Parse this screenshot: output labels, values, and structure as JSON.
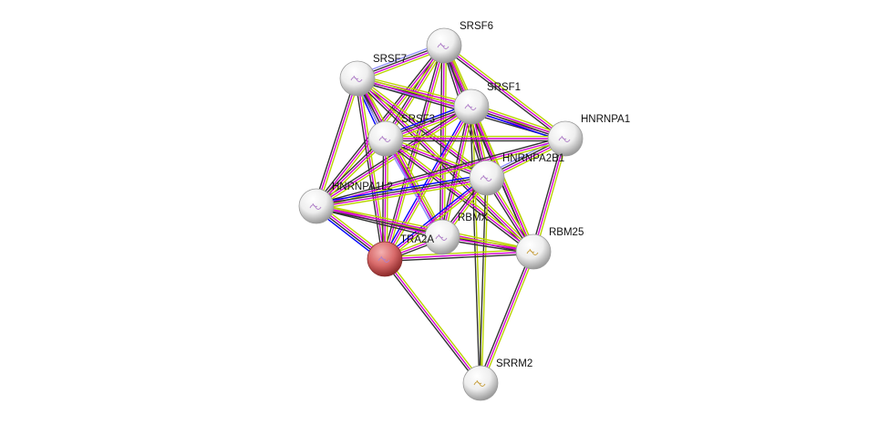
{
  "nodes": [
    {
      "id": "SRSF6",
      "label": "SRSF6",
      "query": false
    },
    {
      "id": "SRSF7",
      "label": "SRSF7",
      "query": false
    },
    {
      "id": "SRSF1",
      "label": "SRSF1",
      "query": false
    },
    {
      "id": "SRSF3",
      "label": "SRSF3",
      "query": false
    },
    {
      "id": "HNRNPA1",
      "label": "HNRNPA1",
      "query": false
    },
    {
      "id": "HNRNPA2B1",
      "label": "HNRNPA2B1",
      "query": false
    },
    {
      "id": "HNRNPA1L2",
      "label": "HNRNPA1L2",
      "query": false
    },
    {
      "id": "RBMX",
      "label": "RBMX",
      "query": false
    },
    {
      "id": "TRA2A",
      "label": "TRA2A",
      "query": true
    },
    {
      "id": "RBM25",
      "label": "RBM25",
      "query": false
    },
    {
      "id": "SRRM2",
      "label": "SRRM2",
      "query": false
    }
  ],
  "evidence_colors": {
    "textmining": "#b8d400",
    "experiments": "#d400d4",
    "coexpression": "#333333",
    "databases": "#00d4d4",
    "homology": "#8f8fff",
    "cooccurrence": "#0000ff"
  },
  "node_colors": {
    "query": "#d06060",
    "default": "#e8e8e8"
  },
  "edges": [
    [
      "SRSF6",
      "SRSF7",
      [
        "textmining",
        "experiments",
        "coexpression",
        "homology"
      ]
    ],
    [
      "SRSF6",
      "SRSF1",
      [
        "textmining",
        "experiments",
        "coexpression",
        "homology"
      ]
    ],
    [
      "SRSF6",
      "SRSF3",
      [
        "textmining",
        "experiments",
        "coexpression"
      ]
    ],
    [
      "SRSF6",
      "HNRNPA1",
      [
        "textmining",
        "experiments",
        "coexpression"
      ]
    ],
    [
      "SRSF6",
      "HNRNPA2B1",
      [
        "textmining",
        "experiments",
        "coexpression"
      ]
    ],
    [
      "SRSF6",
      "HNRNPA1L2",
      [
        "textmining",
        "experiments",
        "coexpression"
      ]
    ],
    [
      "SRSF6",
      "TRA2A",
      [
        "textmining",
        "experiments",
        "coexpression"
      ]
    ],
    [
      "SRSF6",
      "RBMX",
      [
        "textmining",
        "experiments",
        "coexpression"
      ]
    ],
    [
      "SRSF6",
      "RBM25",
      [
        "textmining",
        "experiments",
        "coexpression"
      ]
    ],
    [
      "SRSF7",
      "SRSF1",
      [
        "textmining",
        "experiments",
        "coexpression",
        "homology"
      ]
    ],
    [
      "SRSF7",
      "SRSF3",
      [
        "textmining",
        "experiments",
        "coexpression",
        "cooccurrence"
      ]
    ],
    [
      "SRSF7",
      "HNRNPA1",
      [
        "textmining",
        "experiments",
        "coexpression"
      ]
    ],
    [
      "SRSF7",
      "HNRNPA2B1",
      [
        "textmining",
        "experiments",
        "coexpression"
      ]
    ],
    [
      "SRSF7",
      "HNRNPA1L2",
      [
        "textmining",
        "experiments",
        "coexpression"
      ]
    ],
    [
      "SRSF7",
      "TRA2A",
      [
        "textmining",
        "experiments",
        "coexpression"
      ]
    ],
    [
      "SRSF7",
      "RBMX",
      [
        "textmining",
        "experiments",
        "coexpression",
        "homology"
      ]
    ],
    [
      "SRSF7",
      "RBM25",
      [
        "textmining",
        "experiments",
        "coexpression"
      ]
    ],
    [
      "SRSF1",
      "SRSF3",
      [
        "textmining",
        "experiments",
        "coexpression",
        "cooccurrence"
      ]
    ],
    [
      "SRSF1",
      "HNRNPA1",
      [
        "textmining",
        "experiments",
        "coexpression",
        "cooccurrence"
      ]
    ],
    [
      "SRSF1",
      "HNRNPA2B1",
      [
        "textmining",
        "experiments",
        "coexpression"
      ]
    ],
    [
      "SRSF1",
      "HNRNPA1L2",
      [
        "textmining",
        "experiments",
        "coexpression"
      ]
    ],
    [
      "SRSF1",
      "TRA2A",
      [
        "textmining",
        "experiments",
        "cooccurrence"
      ]
    ],
    [
      "SRSF1",
      "RBMX",
      [
        "textmining",
        "experiments",
        "coexpression"
      ]
    ],
    [
      "SRSF1",
      "RBM25",
      [
        "textmining",
        "experiments",
        "coexpression"
      ]
    ],
    [
      "SRSF1",
      "SRRM2",
      [
        "textmining",
        "coexpression"
      ]
    ],
    [
      "SRSF3",
      "HNRNPA1",
      [
        "textmining",
        "experiments",
        "coexpression"
      ]
    ],
    [
      "SRSF3",
      "HNRNPA2B1",
      [
        "textmining",
        "experiments",
        "coexpression"
      ]
    ],
    [
      "SRSF3",
      "HNRNPA1L2",
      [
        "textmining",
        "experiments",
        "coexpression"
      ]
    ],
    [
      "SRSF3",
      "TRA2A",
      [
        "textmining",
        "experiments",
        "coexpression"
      ]
    ],
    [
      "SRSF3",
      "RBMX",
      [
        "textmining",
        "experiments",
        "homology"
      ]
    ],
    [
      "SRSF3",
      "RBM25",
      [
        "textmining",
        "experiments",
        "coexpression"
      ]
    ],
    [
      "HNRNPA1",
      "HNRNPA2B1",
      [
        "textmining",
        "experiments",
        "coexpression",
        "homology"
      ]
    ],
    [
      "HNRNPA1",
      "HNRNPA1L2",
      [
        "textmining",
        "experiments",
        "coexpression"
      ]
    ],
    [
      "HNRNPA1",
      "RBM25",
      [
        "textmining",
        "experiments",
        "coexpression"
      ]
    ],
    [
      "HNRNPA2B1",
      "HNRNPA1L2",
      [
        "textmining",
        "experiments",
        "coexpression",
        "cooccurrence"
      ]
    ],
    [
      "HNRNPA2B1",
      "TRA2A",
      [
        "textmining",
        "experiments",
        "cooccurrence"
      ]
    ],
    [
      "HNRNPA2B1",
      "RBMX",
      [
        "textmining",
        "experiments",
        "coexpression"
      ]
    ],
    [
      "HNRNPA2B1",
      "RBM25",
      [
        "textmining",
        "experiments",
        "coexpression"
      ]
    ],
    [
      "HNRNPA2B1",
      "SRRM2",
      [
        "textmining",
        "coexpression"
      ]
    ],
    [
      "HNRNPA1L2",
      "TRA2A",
      [
        "textmining",
        "experiments",
        "coexpression",
        "cooccurrence"
      ]
    ],
    [
      "HNRNPA1L2",
      "RBMX",
      [
        "textmining",
        "experiments",
        "coexpression"
      ]
    ],
    [
      "HNRNPA1L2",
      "RBM25",
      [
        "textmining",
        "experiments",
        "coexpression"
      ]
    ],
    [
      "TRA2A",
      "RBMX",
      [
        "textmining",
        "experiments",
        "coexpression"
      ]
    ],
    [
      "TRA2A",
      "RBM25",
      [
        "textmining",
        "experiments",
        "coexpression"
      ]
    ],
    [
      "TRA2A",
      "SRRM2",
      [
        "textmining",
        "experiments",
        "coexpression"
      ]
    ],
    [
      "RBMX",
      "RBM25",
      [
        "textmining",
        "experiments",
        "coexpression"
      ]
    ],
    [
      "RBM25",
      "SRRM2",
      [
        "textmining",
        "experiments",
        "coexpression"
      ]
    ]
  ]
}
